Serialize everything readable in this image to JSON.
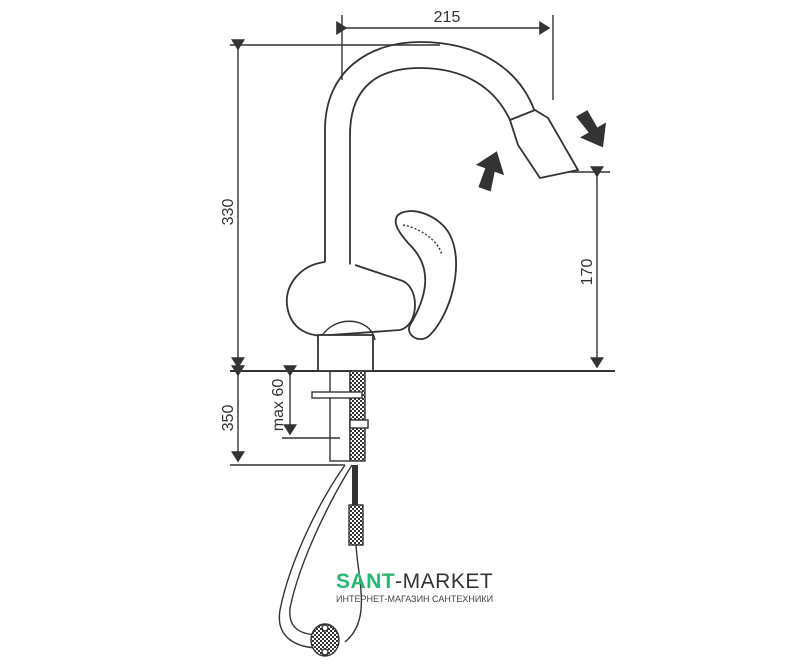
{
  "dimensions": {
    "width_reach": "215",
    "total_height": "330",
    "spout_height": "170",
    "below_counter": "350",
    "max_thickness": "max 60"
  },
  "watermark": {
    "brand_part1": "SANT",
    "brand_part2": "-MARKET",
    "tagline": "ИНТЕРНЕТ-МАГАЗИН САНТЕХНИКИ"
  },
  "colors": {
    "line": "#333333",
    "brand": "#2bb673"
  }
}
